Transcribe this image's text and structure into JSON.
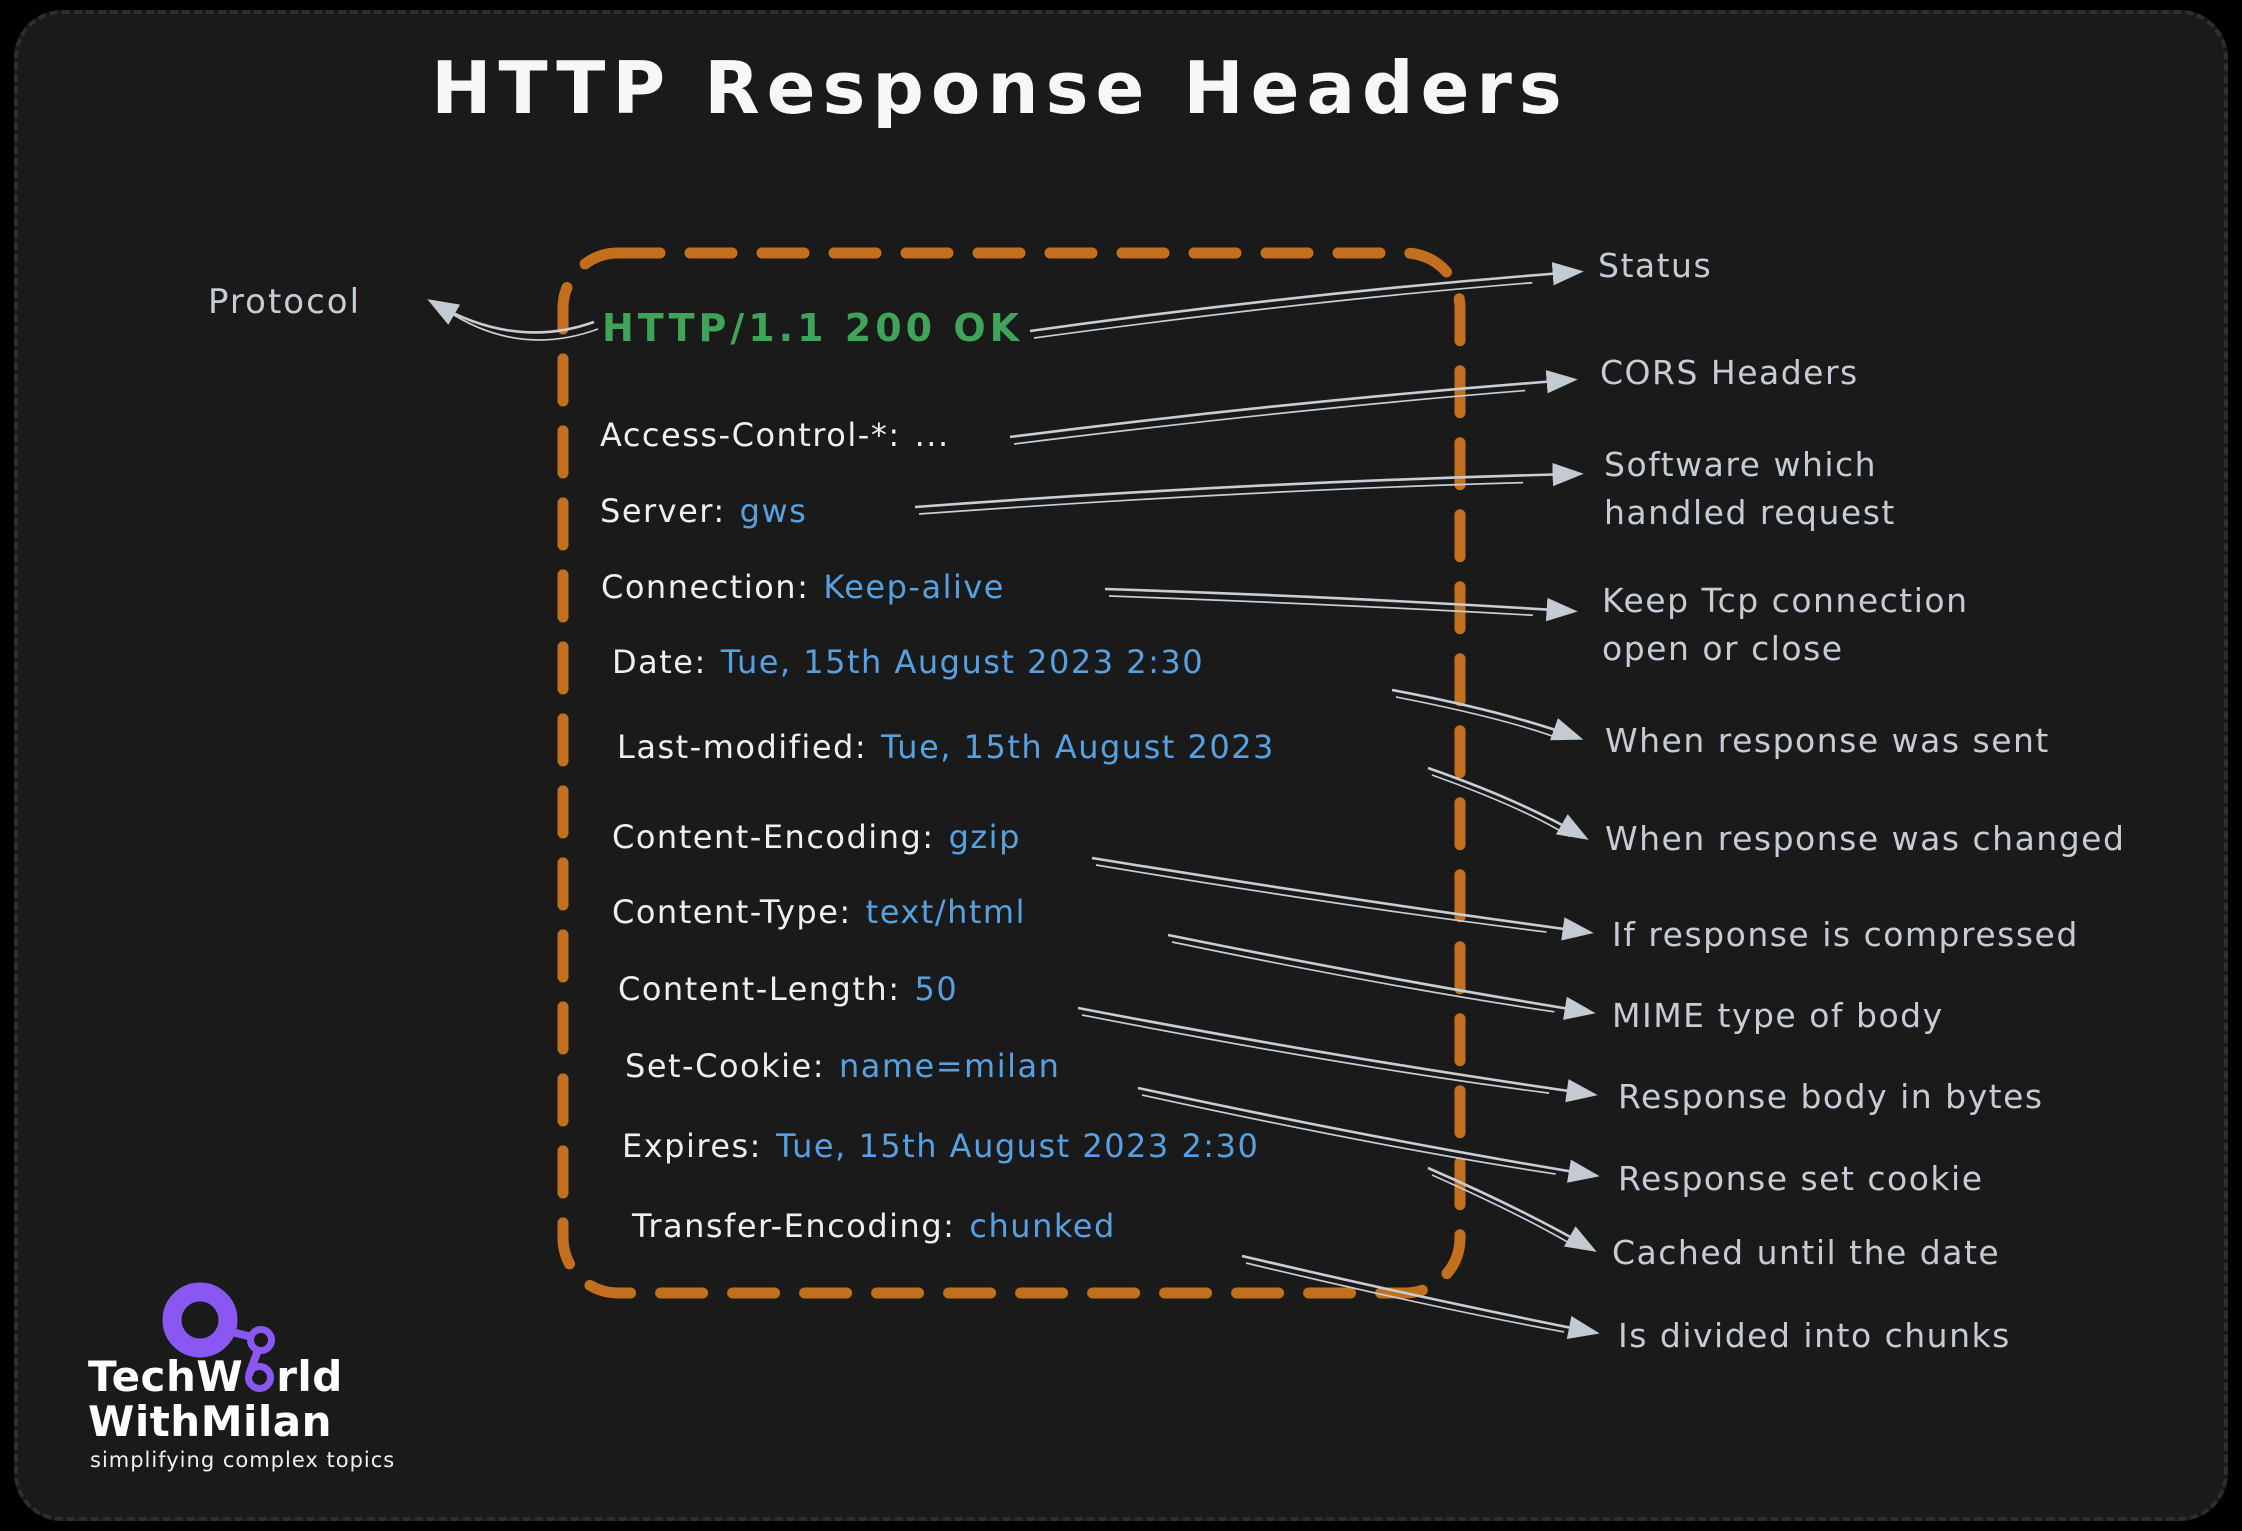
{
  "title": "HTTP Response Headers",
  "protocol_label": "Protocol",
  "status_line": "HTTP/1.1 200 OK",
  "headers": [
    {
      "name": "Access-Control-*:",
      "value": "..."
    },
    {
      "name": "Server:",
      "value": "gws"
    },
    {
      "name": "Connection:",
      "value": "Keep-alive"
    },
    {
      "name": "Date:",
      "value": "Tue, 15th August 2023 2:30"
    },
    {
      "name": "Last-modified:",
      "value": "Tue, 15th August 2023"
    },
    {
      "name": "Content-Encoding:",
      "value": "gzip"
    },
    {
      "name": "Content-Type:",
      "value": "text/html"
    },
    {
      "name": "Content-Length:",
      "value": "50"
    },
    {
      "name": "Set-Cookie:",
      "value": "name=milan"
    },
    {
      "name": "Expires:",
      "value": "Tue, 15th August 2023 2:30"
    },
    {
      "name": "Transfer-Encoding:",
      "value": "chunked"
    }
  ],
  "annotations": [
    {
      "lines": [
        "Status"
      ]
    },
    {
      "lines": [
        "CORS Headers"
      ]
    },
    {
      "lines": [
        "Software which",
        "handled request"
      ]
    },
    {
      "lines": [
        "Keep Tcp connection",
        "open or close"
      ]
    },
    {
      "lines": [
        "When response was sent"
      ]
    },
    {
      "lines": [
        "When response was changed"
      ]
    },
    {
      "lines": [
        "If response is compressed"
      ]
    },
    {
      "lines": [
        "MIME type of body"
      ]
    },
    {
      "lines": [
        "Response body in bytes"
      ]
    },
    {
      "lines": [
        "Response set cookie"
      ]
    },
    {
      "lines": [
        "Cached until the date"
      ]
    },
    {
      "lines": [
        "Is divided into chunks"
      ]
    }
  ],
  "logo": {
    "line1_pre": "TechW",
    "line1_post": "rld",
    "line2": "WithMilan",
    "tagline": "simplifying complex topics"
  },
  "colors": {
    "background": "#000000",
    "canvas": "#1a1a1b",
    "box_border_orange": "#c2701d",
    "status_green": "#3fa35a",
    "value_blue": "#57a1e3",
    "annotation_gray": "#c7ccd4",
    "logo_purple": "#8a57f2",
    "text_white": "#f0f1f3"
  }
}
